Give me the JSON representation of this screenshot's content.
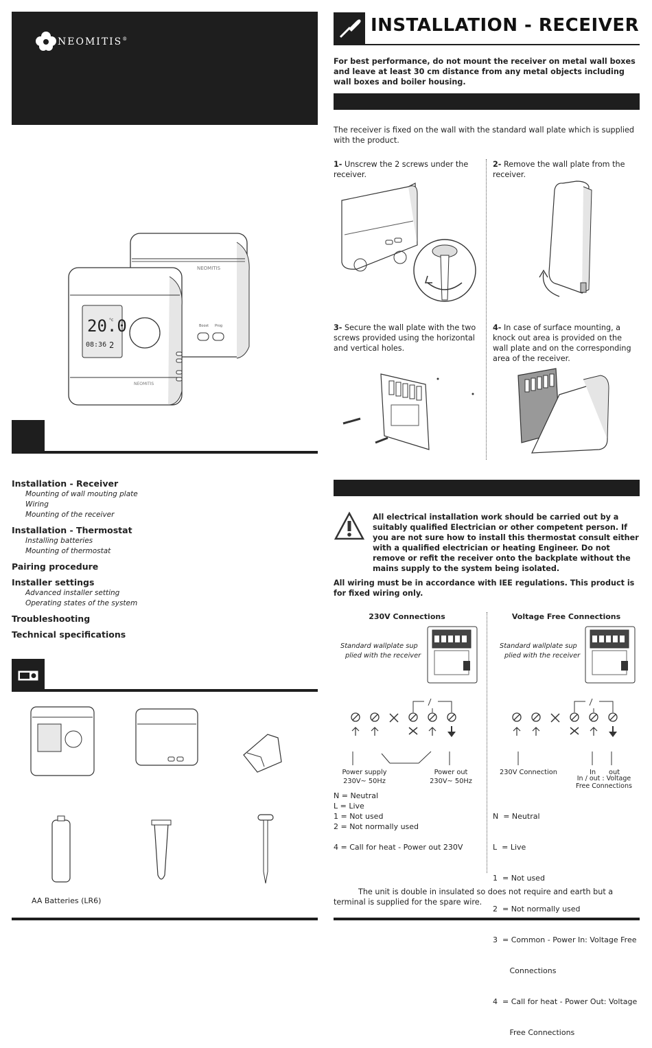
{
  "brand": {
    "name": "NEOMITIS",
    "mark": "®"
  },
  "toc": [
    {
      "title": "Installation - Receiver",
      "items": [
        "Mounting of wall mouting plate",
        "Wiring",
        "Mounting of the receiver"
      ]
    },
    {
      "title": "Installation - Thermostat",
      "items": [
        "Installing batteries",
        "Mounting of thermostat"
      ]
    },
    {
      "title": "Pairing procedure",
      "items": []
    },
    {
      "title": "Installer settings",
      "items": [
        "Advanced installer setting",
        "Operating states of the system"
      ]
    },
    {
      "title": "Troubleshooting",
      "items": []
    },
    {
      "title": "Technical specifications",
      "items": []
    }
  ],
  "product_display": {
    "temp": "20.0",
    "unit": "°c",
    "time": "08:36",
    "day": "2",
    "device_label": "NEOMITIS",
    "btn1": "Boost",
    "btn2": "Prog"
  },
  "contents": {
    "batteries_label": "AA Batteries (LR6)"
  },
  "right": {
    "title": "INSTALLATION - RECEIVER",
    "intro": "For best performance, do not mount the receiver on metal wall boxes and leave at least 30 cm distance from any metal objects including wall boxes and boiler housing.",
    "mount_text": "The receiver is fixed on the wall with the standard wall plate which is supplied with the product.",
    "steps": [
      {
        "num": "1-",
        "text": "Unscrew the 2 screws under the receiver."
      },
      {
        "num": "2-",
        "text": "Remove the wall plate from the receiver."
      },
      {
        "num": "3-",
        "text": "Secure the wall plate with the two screws provided using the horizontal and vertical holes."
      },
      {
        "num": "4-",
        "text": "In case of surface mounting, a knock out area is provided on the wall plate and on the corresponding area of the receiver."
      }
    ],
    "warning": "All electrical installation work should be carried out by a suitably qualified Electrician or other competent person. If you are not sure how to install this thermostat consult either with a qualified electrician or heating Engineer. Do not remove or refit the receiver onto the backplate without the mains supply to the system being isolated.",
    "wiring_note": "All wiring must be in accordance with IEE regulations. This product is for fixed wiring only.",
    "conn230": {
      "title": "230V Connections",
      "plate_caption_1": "Standard wallplate sup",
      "plate_caption_2": "plied with the receiver",
      "label_left_1": "Power supply",
      "label_left_2": "230V~ 50Hz",
      "label_right_1": "Power out",
      "label_right_2": "230V~ 50Hz",
      "legend": [
        "N  = Neutral",
        "L  = Live",
        "1  = Not used",
        "2  = Not normally used",
        "",
        "4  = Call for heat - Power out 230V"
      ]
    },
    "connvf": {
      "title": "Voltage Free Connections",
      "plate_caption_1": "Standard wallplate sup",
      "plate_caption_2": "plied with the receiver",
      "label_left": "230V Connection",
      "label_in": "In",
      "label_out": "out",
      "label_inout_1": "In / out : Voltage",
      "label_inout_2": "Free Connections",
      "legend": [
        "N  = Neutral",
        "L  = Live",
        "1  = Not used",
        "2  = Not normally used",
        "3  = Common - Power In: Voltage Free",
        "       Connections",
        "4  = Call for heat - Power Out: Voltage",
        "       Free Connections"
      ]
    },
    "footer": "The unit is double in insulated so does not require and earth but a terminal is supplied for the spare wire."
  }
}
